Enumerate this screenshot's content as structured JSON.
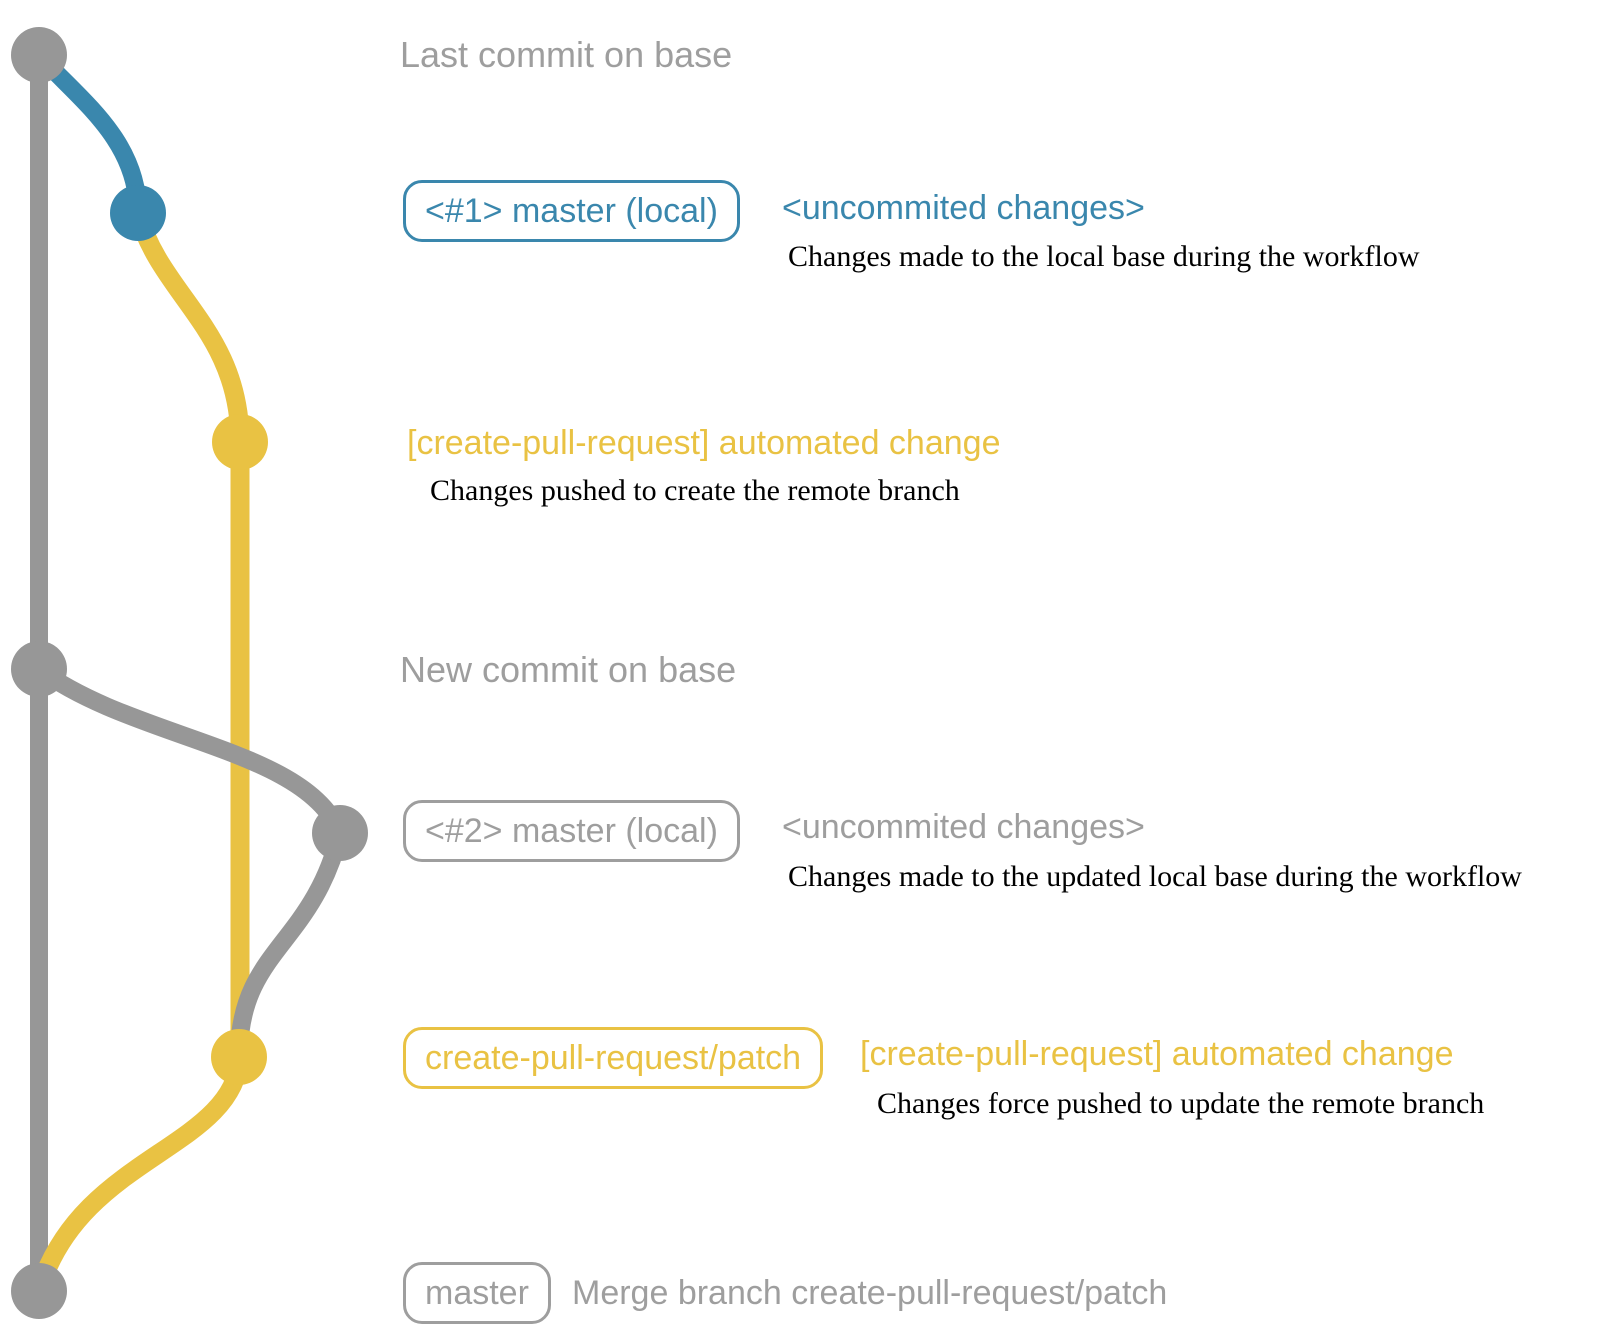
{
  "colors": {
    "graph_gray": "#979797",
    "graph_blue": "#3a87ad",
    "graph_yellow": "#e9c243",
    "label_gray": "#9e9e9e",
    "ink": "#000000",
    "background": "#ffffff"
  },
  "rows": {
    "last_base": {
      "title": "Last commit on base"
    },
    "local1": {
      "tag": "<#1> master (local)",
      "note": "<uncommited changes>",
      "detail": "Changes made to the local base during the workflow"
    },
    "push1": {
      "note": "[create-pull-request] automated change",
      "detail": "Changes pushed to create the remote branch"
    },
    "new_base": {
      "title": "New commit on base"
    },
    "local2": {
      "tag": "<#2> master (local)",
      "note": "<uncommited changes>",
      "detail": "Changes made to the updated local base during the workflow"
    },
    "push2": {
      "tag": "create-pull-request/patch",
      "note": "[create-pull-request] automated change",
      "detail": "Changes force pushed to update the remote branch"
    },
    "merge": {
      "tag": "master",
      "note": "Merge branch create-pull-request/patch"
    }
  }
}
